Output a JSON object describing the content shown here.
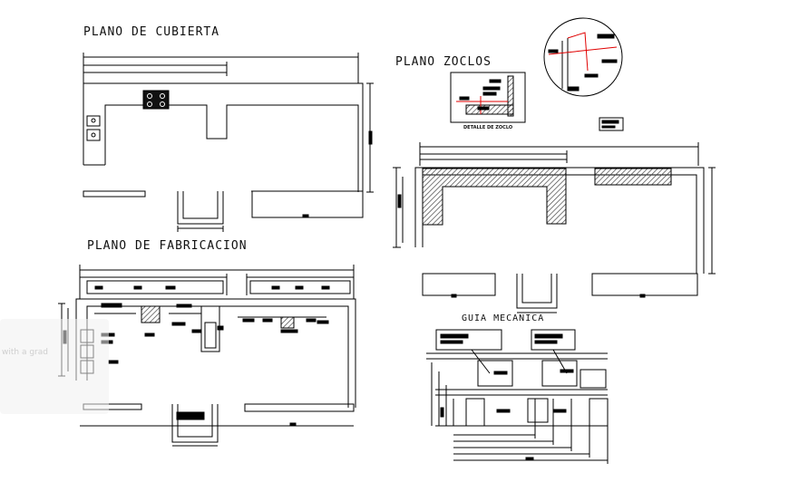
{
  "titles": {
    "plano_cubierta": "PLANO DE CUBIERTA",
    "plano_zoclos": "PLANO ZOCLOS",
    "plano_fabricacion": "PLANO DE FABRICACION",
    "guia_mecanica": "GUIA MECANICA",
    "detalle_zoclo": "DETALLE DE ZOCLO"
  },
  "overlay": {
    "faded_text": "with a grad"
  },
  "colors": {
    "line": "#000000",
    "red": "#e00000",
    "hatch": "#555555",
    "background": "#ffffff"
  }
}
